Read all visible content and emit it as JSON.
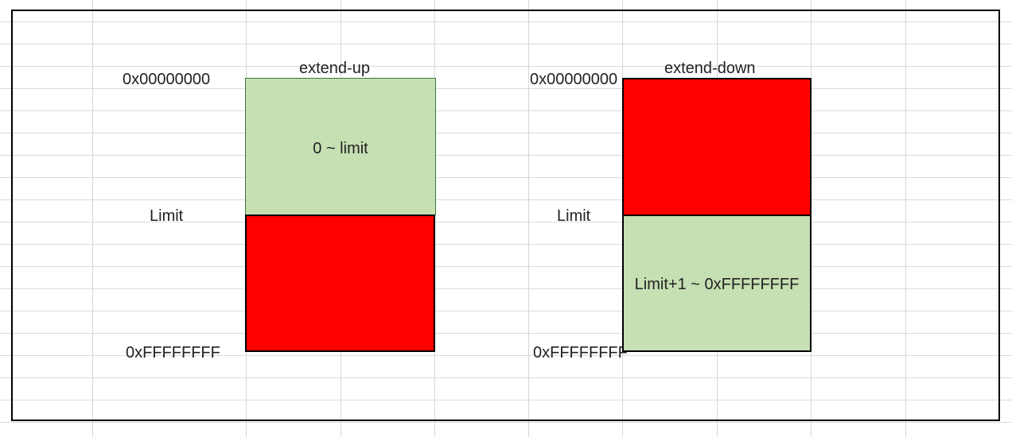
{
  "colors": {
    "allowed": "#c6dfb3",
    "forbidden": "#ff0000",
    "border": "#000000",
    "grid": "#d6d6d6"
  },
  "extend_up": {
    "title": "extend-up",
    "top_address": "0x00000000",
    "limit_label": "Limit",
    "bottom_address": "0xFFFFFFFF",
    "allowed_range": "0 ~ limit"
  },
  "extend_down": {
    "title": "extend-down",
    "top_address": "0x00000000",
    "limit_label": "Limit",
    "bottom_address": "0xFFFFFFFF",
    "allowed_range": "Limit+1 ~ 0xFFFFFFFF"
  }
}
